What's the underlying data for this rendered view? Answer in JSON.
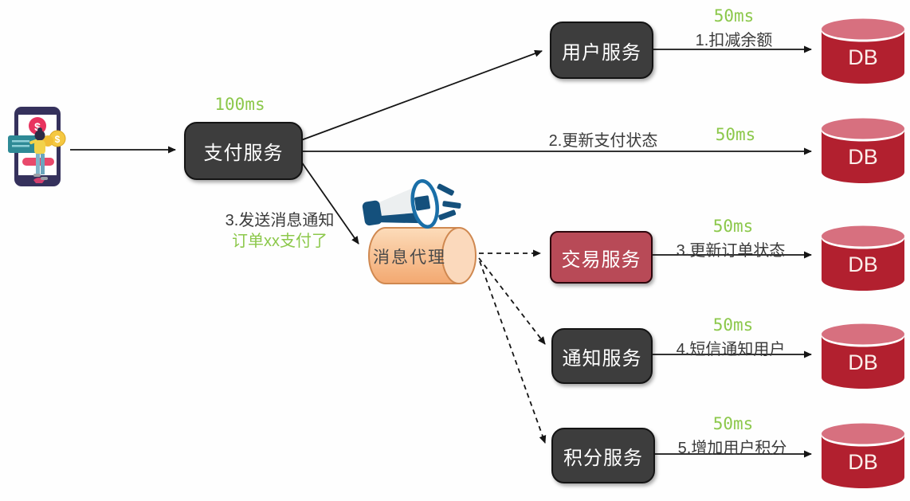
{
  "canvas": {
    "background": "#fefefe"
  },
  "colors": {
    "accent_green": "#8cc84b",
    "box_dark": "#3d3d3d",
    "box_red": "#b84a57",
    "db_body": "#b2202f",
    "db_top": "#d7707f",
    "broker_light": "#fcdcba",
    "broker_dark": "#f3a870",
    "line": "#151515"
  },
  "icons": {
    "client": "mobile-payment-user-illustration",
    "broker": "megaphone-icon"
  },
  "nodes": {
    "payment": {
      "label": "支付服务",
      "latency": "100ms"
    },
    "user": {
      "label": "用户服务"
    },
    "trade": {
      "label": "交易服务"
    },
    "notify": {
      "label": "通知服务"
    },
    "points": {
      "label": "积分服务"
    },
    "broker": {
      "label": "消息代理"
    },
    "db_label": "DB"
  },
  "edges": {
    "user_db": {
      "latency": "50ms",
      "label": "1.扣减余额"
    },
    "payment_db": {
      "latency": "50ms",
      "label": "2.更新支付状态"
    },
    "payment_broker": {
      "label": "3.发送消息通知",
      "message": "订单xx支付了"
    },
    "trade_db": {
      "latency": "50ms",
      "label": "3.更新订单状态"
    },
    "notify_db": {
      "latency": "50ms",
      "label": "4.短信通知用户"
    },
    "points_db": {
      "latency": "50ms",
      "label": "5.增加用户积分"
    }
  }
}
